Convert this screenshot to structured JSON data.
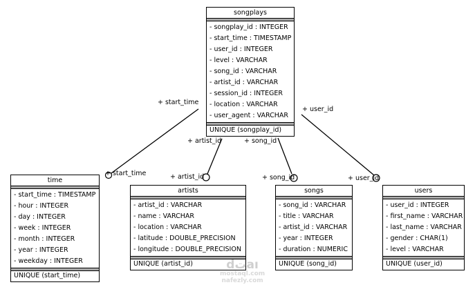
{
  "diagram": {
    "entities": {
      "songplays": {
        "title": "songplays",
        "attributes": [
          "- songplay_id : INTEGER",
          "- start_time : TIMESTAMP",
          "- user_id : INTEGER",
          "- level : VARCHAR",
          "- song_id : VARCHAR",
          "- artist_id : VARCHAR",
          "- session_id : INTEGER",
          "- location : VARCHAR",
          "- user_agent : VARCHAR"
        ],
        "constraint": "UNIQUE (songplay_id)"
      },
      "time": {
        "title": "time",
        "attributes": [
          "- start_time : TIMESTAMP",
          "- hour : INTEGER",
          "- day : INTEGER",
          "- week : INTEGER",
          "- month : INTEGER",
          "- year : INTEGER",
          "- weekday : INTEGER"
        ],
        "constraint": "UNIQUE (start_time)"
      },
      "artists": {
        "title": "artists",
        "attributes": [
          "- artist_id : VARCHAR",
          "- name : VARCHAR",
          "- location : VARCHAR",
          "- latitude : DOUBLE_PRECISION",
          "- longitude : DOUBLE_PRECISION"
        ],
        "constraint": "UNIQUE (artist_id)"
      },
      "songs": {
        "title": "songs",
        "attributes": [
          "- song_id : VARCHAR",
          "- title : VARCHAR",
          "- artist_id : VARCHAR",
          "- year : INTEGER",
          "- duration : NUMERIC"
        ],
        "constraint": "UNIQUE (song_id)"
      },
      "users": {
        "title": "users",
        "attributes": [
          "- user_id : INTEGER",
          "- first_name : VARCHAR",
          "- last_name : VARCHAR",
          "- gender : CHAR(1)",
          "- level : VARCHAR"
        ],
        "constraint": "UNIQUE (user_id)"
      }
    },
    "relationships": [
      {
        "from": "songplays",
        "to": "time",
        "source_role": "+ start_time",
        "target_role": "+ start_time"
      },
      {
        "from": "songplays",
        "to": "artists",
        "source_role": "+ artist_id",
        "target_role": "+ artist_id"
      },
      {
        "from": "songplays",
        "to": "songs",
        "source_role": "+ song_id",
        "target_role": "+ song_id"
      },
      {
        "from": "songplays",
        "to": "users",
        "source_role": "+ user_id",
        "target_role": "+ user_id"
      }
    ],
    "watermark": {
      "logo": "dتaı",
      "line1": "mostaql.com",
      "line2": "nafezly.com"
    }
  }
}
